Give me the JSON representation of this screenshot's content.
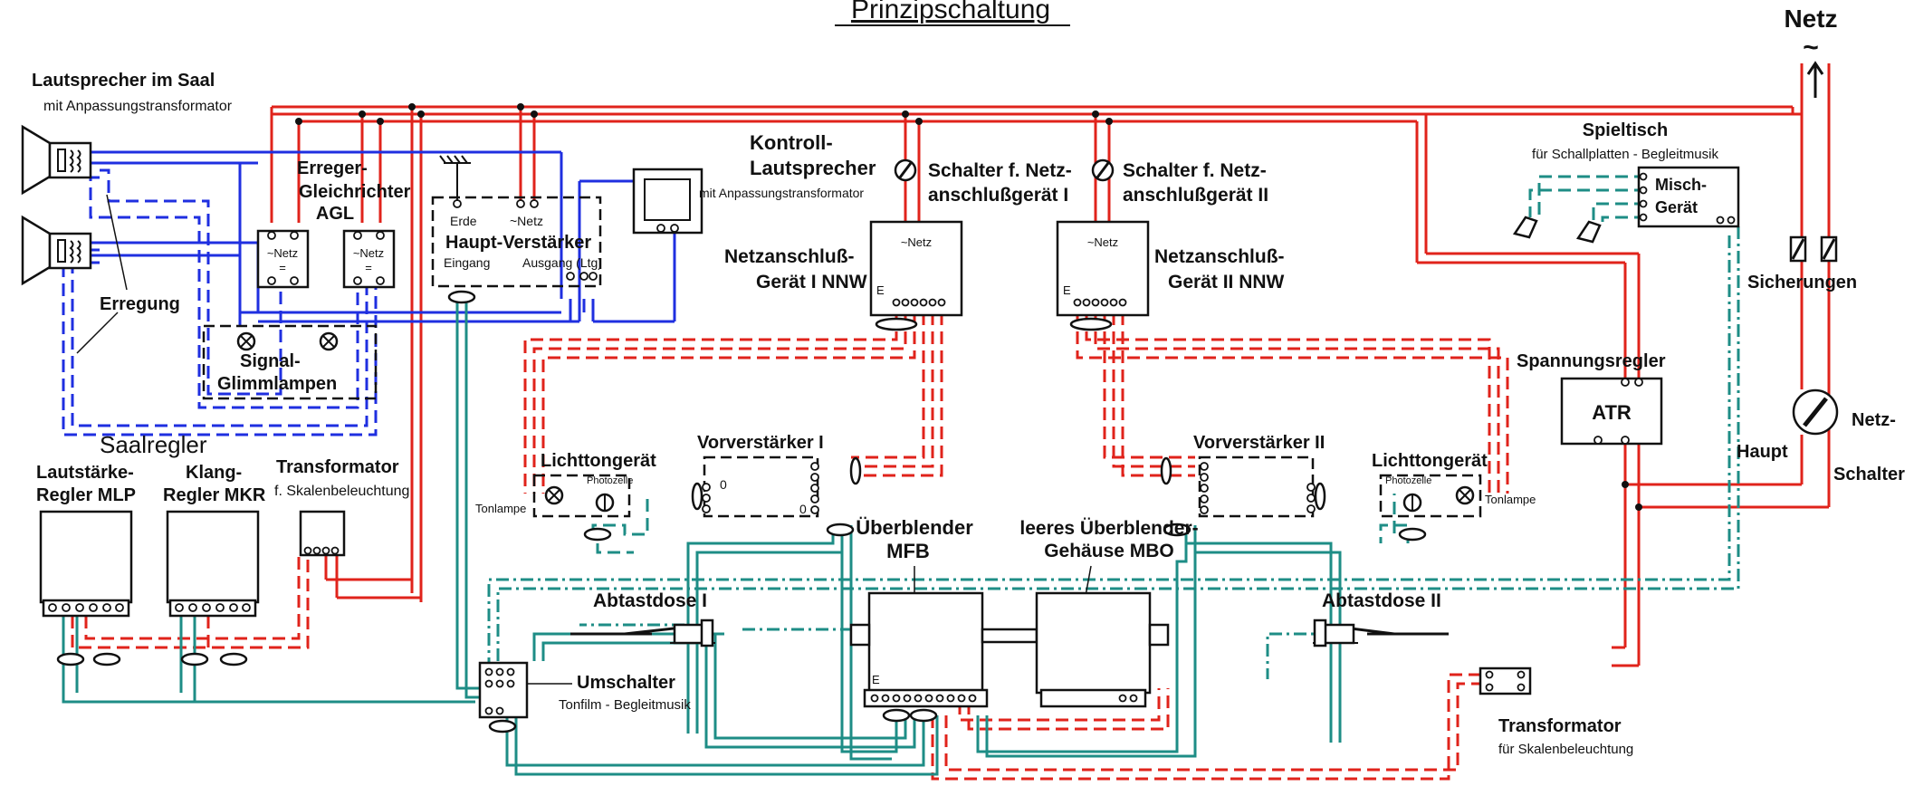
{
  "title": "Prinzipschaltung",
  "labels": {
    "netz": "Netz",
    "netz_symbol": "~",
    "lautsprecher_line1": "Lautsprecher im Saal",
    "lautsprecher_line2": "mit Anpassungstransformator",
    "erreger_line1": "Erreger-",
    "erreger_line2": "Gleichrichter",
    "erreger_line3": "AGL",
    "erregung": "Erregung",
    "signal_line1": "Signal-",
    "signal_line2": "Glimmlampen",
    "saalregler": "Saalregler",
    "lautstaerke_line1": "Lautstärke-",
    "lautstaerke_line2": "Regler MLP",
    "klang_line1": "Klang-",
    "klang_line2": "Regler MKR",
    "trafo1_line1": "Transformator",
    "trafo1_line2": "f. Skalenbeleuchtung",
    "haupt_verstaerker": "Haupt-Verstärker",
    "erde": "Erde",
    "netz_small": "~Netz",
    "eingang": "Eingang",
    "ausgang": "Ausgang (Ltg)",
    "kontroll_line1": "Kontroll-",
    "kontroll_line2": "Lautsprecher",
    "kontroll_line3": "mit Anpassungstransformator",
    "schalter1_line1": "Schalter f. Netz-",
    "schalter1_line2": "anschlußgerät I",
    "schalter2_line1": "Schalter f. Netz-",
    "schalter2_line2": "anschlußgerät II",
    "nag1_line1": "Netzanschluß-",
    "nag1_line2": "Gerät I NNW",
    "nag2_line1": "Netzanschluß-",
    "nag2_line2": "Gerät II NNW",
    "e": "E",
    "lichtton1": "Lichttongerät",
    "lichtton2": "Lichttongerät",
    "photozelle": "Photozelle",
    "tonlampe": "Tonlampe",
    "vorverstaerker1": "Vorverstärker I",
    "vorverstaerker2": "Vorverstärker II",
    "ueberblender_line1": "Überblender",
    "ueberblender_line2": "MFB",
    "leeres_line1": "leeres Überblender-",
    "leeres_line2": "Gehäuse MBO",
    "abtastdose1": "Abtastdose I",
    "abtastdose2": "Abtastdose II",
    "umschalter_line1": "Umschalter",
    "umschalter_line2": "Tonfilm - Begleitmusik",
    "trafo2_line1": "Transformator",
    "trafo2_line2": "für Skalenbeleuchtung",
    "spieltisch_line1": "Spieltisch",
    "spieltisch_line2": "für Schallplatten - Begleitmusik",
    "misch_line1": "Misch-",
    "misch_line2": "Gerät",
    "sicherungen": "Sicherungen",
    "spannungsregler": "Spannungsregler",
    "atr": "ATR",
    "haupt": "Haupt",
    "netzschalter_line1": "Netz-",
    "netzschalter_line2": "Schalter",
    "o": "0",
    "eq": "="
  },
  "colors": {
    "mains": "#e0231b",
    "speaker": "#1f2fe0",
    "signal": "#1e8d86",
    "ink": "#111111"
  }
}
